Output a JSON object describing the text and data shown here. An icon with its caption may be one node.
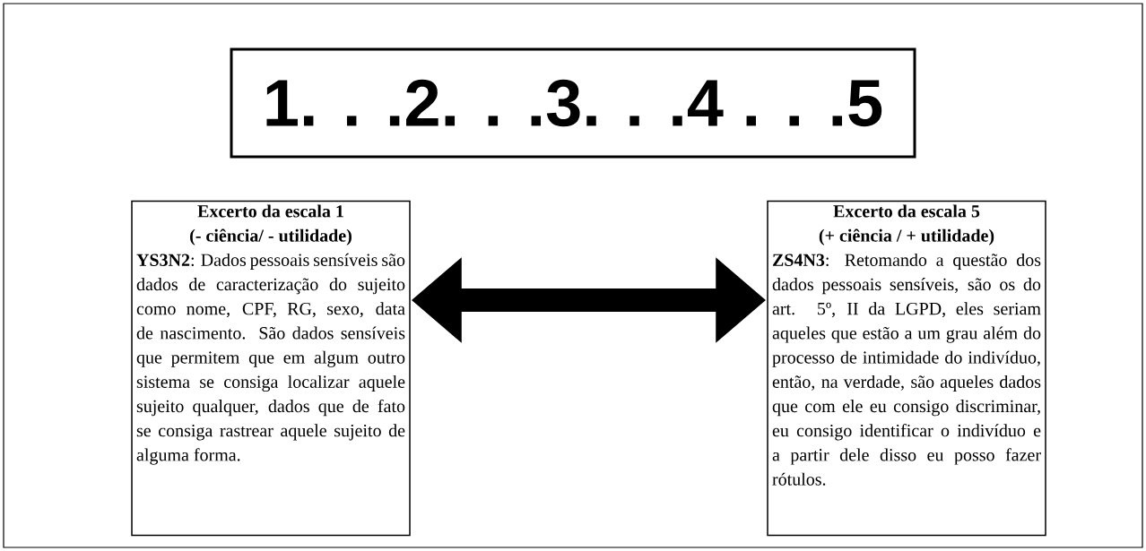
{
  "diagram": {
    "nodes": [
      {
        "text": [
          "1. . .2. . .3. . .4 . . .5"
        ]
      },
      {
        "text": [
          "Excerto da escala 1",
          "(- ciência/ - utilidade)",
          "**YS3N2**: Dados pessoais sensíveis são dados de caracterização do sujeito como nome, CPF, RG, sexo, data de nascimento. São dados sensíveis que permitem que em algum outro sistema se consiga localizar aquele sujeito qualquer, dados que de fato se consiga rastrear aquele sujeito de alguma forma."
        ]
      },
      {
        "text": [
          "Excerto da escala 5",
          "(+ ciência / + utilidade)",
          "**ZS4N3**: Retomando a questão dos dados pessoais sensíveis, são os do art. 5º, II da LGPD, eles seriam aqueles que estão a um grau além do processo de intimidade do indivíduo, então, na verdade, são aqueles dados que com ele eu consigo discriminar, eu consigo identificar o indivíduo e a partir dele disso eu posso fazer rótulos."
        ]
      }
    ],
    "edges": [
      {
        "from": 1,
        "to": 2,
        "arrow": "both"
      }
    ]
  }
}
